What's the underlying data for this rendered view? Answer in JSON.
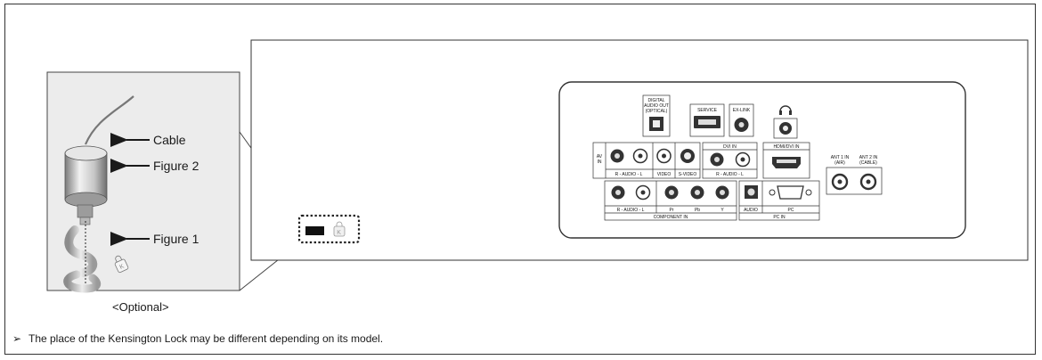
{
  "callouts": {
    "cable": "Cable",
    "figure2": "Figure 2",
    "figure1": "Figure 1"
  },
  "optional_label": "<Optional>",
  "note": {
    "bullet": "➢",
    "text": "The place of the  Kensington Lock may be different depending on its model."
  },
  "panel_labels": {
    "digital_audio_out_1": "DIGITAL",
    "digital_audio_out_2": "AUDIO OUT",
    "digital_audio_out_3": "(OPTICAL)",
    "service": "SERVICE",
    "exlink": "EX-LINK",
    "av_in_1": "AV",
    "av_in_2": "IN",
    "audio_rl": "R - AUDIO - L",
    "video": "VIDEO",
    "svideo": "S-VIDEO",
    "dvi_in": "DVI IN",
    "dvi_audio_rl": "R - AUDIO - L",
    "hdmi_dvi_in": "HDMI/DVI IN",
    "ant1_1": "ANT 1 IN",
    "ant1_2": "(AIR)",
    "ant2_1": "ANT 2 IN",
    "ant2_2": "(CABLE)",
    "comp_audio_rl": "R - AUDIO - L",
    "pr": "Pr",
    "pb": "Pb",
    "y": "Y",
    "component_in": "COMPONENT IN",
    "audio": "AUDIO",
    "pc": "PC",
    "pc_in": "PC IN"
  }
}
